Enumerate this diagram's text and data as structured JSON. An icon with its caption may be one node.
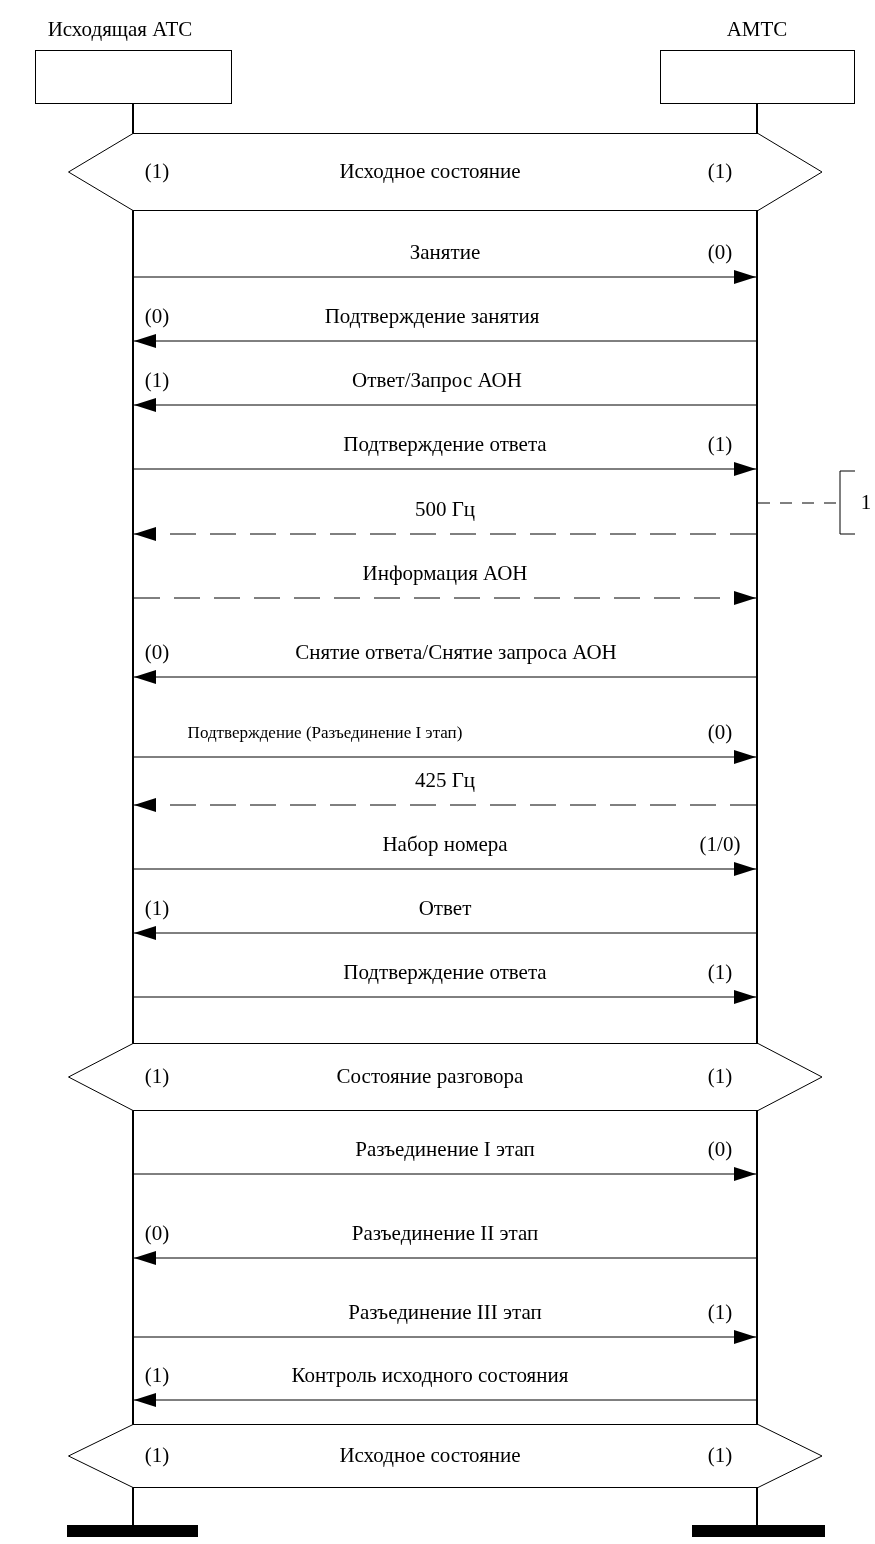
{
  "diagram": {
    "nodes": [
      {
        "text": [
          "Исходящая АТС"
        ]
      },
      {
        "text": [
          "АМТС"
        ]
      },
      {
        "text": [],
        "shape": "line"
      },
      {
        "text": [],
        "shape": "line"
      },
      {
        "text": [
          "(1)",
          "Исходное состояние",
          "(1)"
        ]
      },
      {
        "text": [
          "(1)",
          "Состояние разговора",
          "(1)"
        ]
      },
      {
        "text": [
          "(1)",
          "Исходное состояние",
          "(1)"
        ]
      }
    ],
    "edges": [
      {
        "from": 2,
        "to": 3,
        "arrow": "to",
        "label": "Занятие"
      },
      {
        "from": 3,
        "to": 2,
        "arrow": "to",
        "label": "Подтверждение занятия"
      },
      {
        "from": 3,
        "to": 2,
        "arrow": "to",
        "label": "Ответ/Запрос АОН"
      },
      {
        "from": 2,
        "to": 3,
        "arrow": "to",
        "label": "Подтверждение ответа"
      },
      {
        "from": 3,
        "to": 2,
        "arrow": "to",
        "label": "500 Гц",
        "style": "dashed"
      },
      {
        "from": 2,
        "to": 3,
        "arrow": "to",
        "label": "Информация АОН",
        "style": "dashed"
      },
      {
        "from": 3,
        "to": 2,
        "arrow": "to",
        "label": "Снятие ответа/Снятие запроса АОН"
      },
      {
        "from": 2,
        "to": 3,
        "arrow": "to",
        "label": "Подтверждение (Разъединение I этап)"
      },
      {
        "from": 3,
        "to": 2,
        "arrow": "to",
        "label": "425 Гц",
        "style": "dashed"
      },
      {
        "from": 2,
        "to": 3,
        "arrow": "to",
        "label": "Набор номера"
      },
      {
        "from": 3,
        "to": 2,
        "arrow": "to",
        "label": "Ответ"
      },
      {
        "from": 2,
        "to": 3,
        "arrow": "to",
        "label": "Подтверждение ответа"
      },
      {
        "from": 2,
        "to": 3,
        "arrow": "to",
        "label": "Разъединение I этап"
      },
      {
        "from": 3,
        "to": 2,
        "arrow": "to",
        "label": "Разъединение II этап"
      },
      {
        "from": 2,
        "to": 3,
        "arrow": "to",
        "label": "Разъединение III этап"
      },
      {
        "from": 3,
        "to": 2,
        "arrow": "to",
        "label": "Контроль исходного состояния"
      }
    ],
    "labels": [
      "(0)",
      "(0)",
      "(1)",
      "(1)",
      "1",
      "(0)",
      "(0)",
      "(1/0)",
      "(1)",
      "(1)",
      "(0)",
      "(0)",
      "(1)",
      "(1)"
    ]
  }
}
